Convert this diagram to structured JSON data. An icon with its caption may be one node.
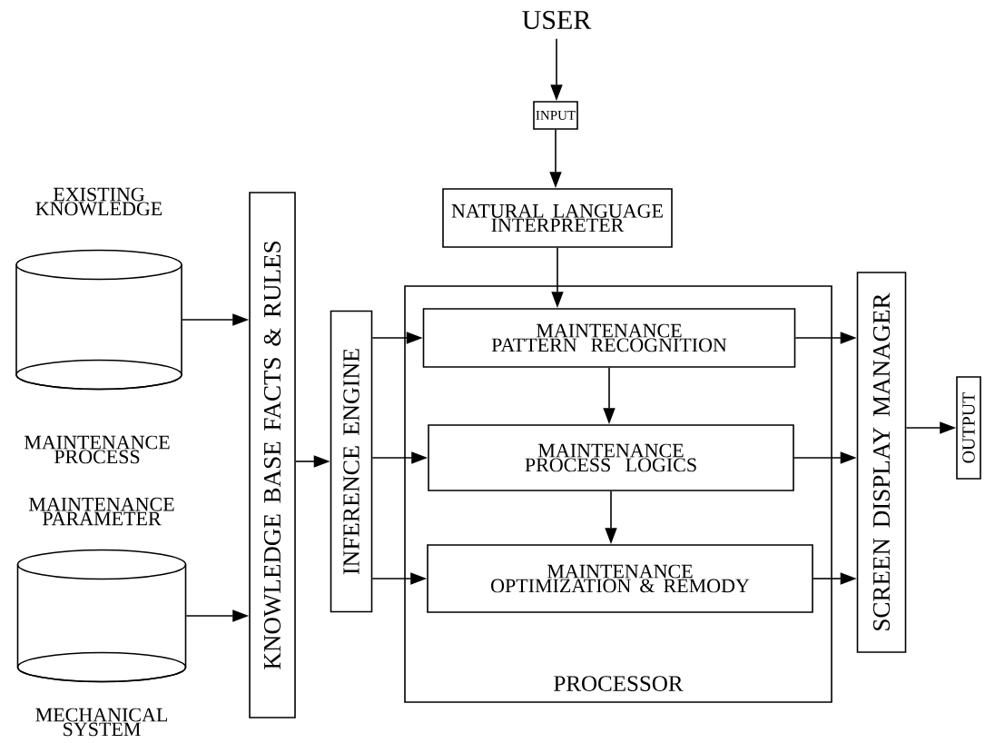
{
  "diagram": {
    "nodes": [
      {
        "text": [
          "USER"
        ]
      },
      {
        "text": [
          "INPUT"
        ]
      },
      {
        "text": [
          "NATURAL LANGUAGE INTERPRETER"
        ]
      },
      {
        "text": [],
        "shape": "cylinder",
        "beside": [
          "EXISTING KNOWLEDGE",
          "MAINTENANCE PROCESS"
        ]
      },
      {
        "text": [],
        "shape": "cylinder",
        "beside": [
          "MAINTENANCE PARAMETER",
          "MECHANICAL SYSTEM"
        ]
      },
      {
        "text": [
          "KNOWLEDGE BASE FACTS & RULES"
        ]
      },
      {
        "text": [
          "INFERENCE ENGINE"
        ]
      },
      {
        "text": [
          "PROCESSOR"
        ]
      },
      {
        "text": [
          "MAINTENANCE PATTERN RECOGNITION"
        ],
        "in": 7
      },
      {
        "text": [
          "MAINTENANCE PROCESS LOGICS"
        ],
        "in": 7
      },
      {
        "text": [
          "MAINTENANCE OPTIMIZATION & REMODY"
        ],
        "in": 7
      },
      {
        "text": [
          "SCREEN DISPLAY MANAGER"
        ]
      },
      {
        "text": [
          "OUTPUT"
        ]
      }
    ],
    "edges": [
      {
        "from": 0,
        "to": 1,
        "arrow": "to"
      },
      {
        "from": 1,
        "to": 2,
        "arrow": "to"
      },
      {
        "from": 2,
        "to": 8,
        "arrow": "to"
      },
      {
        "from": 3,
        "to": 5,
        "arrow": "to"
      },
      {
        "from": 4,
        "to": 5,
        "arrow": "to"
      },
      {
        "from": 5,
        "to": 6,
        "arrow": "to"
      },
      {
        "from": 6,
        "to": 8,
        "arrow": "to"
      },
      {
        "from": 6,
        "to": 9,
        "arrow": "to"
      },
      {
        "from": 6,
        "to": 10,
        "arrow": "to"
      },
      {
        "from": 8,
        "to": 9,
        "arrow": "to"
      },
      {
        "from": 9,
        "to": 10,
        "arrow": "to"
      },
      {
        "from": 8,
        "to": 11,
        "arrow": "to"
      },
      {
        "from": 9,
        "to": 11,
        "arrow": "to"
      },
      {
        "from": 10,
        "to": 11,
        "arrow": "to"
      },
      {
        "from": 11,
        "to": 12,
        "arrow": "to"
      }
    ]
  }
}
